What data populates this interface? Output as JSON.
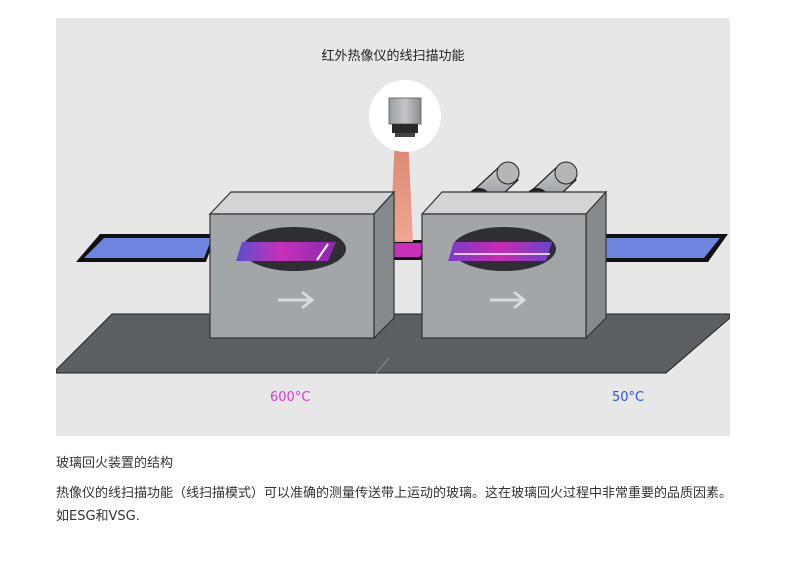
{
  "diagram": {
    "title": "红外热像仪的线扫描功能",
    "temp_left": "600°C",
    "temp_right": "50°C",
    "colors": {
      "background": "#e7e7e7",
      "belt": "#5b5f62",
      "box_front": "#a3a6a9",
      "box_top": "#d2d4d6",
      "box_side": "#86898c",
      "hot_glass": "#c92fb8",
      "cool_glass": "#6f86e0",
      "beam": "#e8907a",
      "temp_hot": "#d63bd6",
      "temp_cool": "#2f55d9"
    }
  },
  "text": {
    "caption": "玻璃回火装置的结构",
    "description": "热像仪的线扫描功能（线扫描模式）可以准确的测量传送带上运动的玻璃。这在玻璃回火过程中非常重要的品质因素。如ESG和VSG."
  }
}
